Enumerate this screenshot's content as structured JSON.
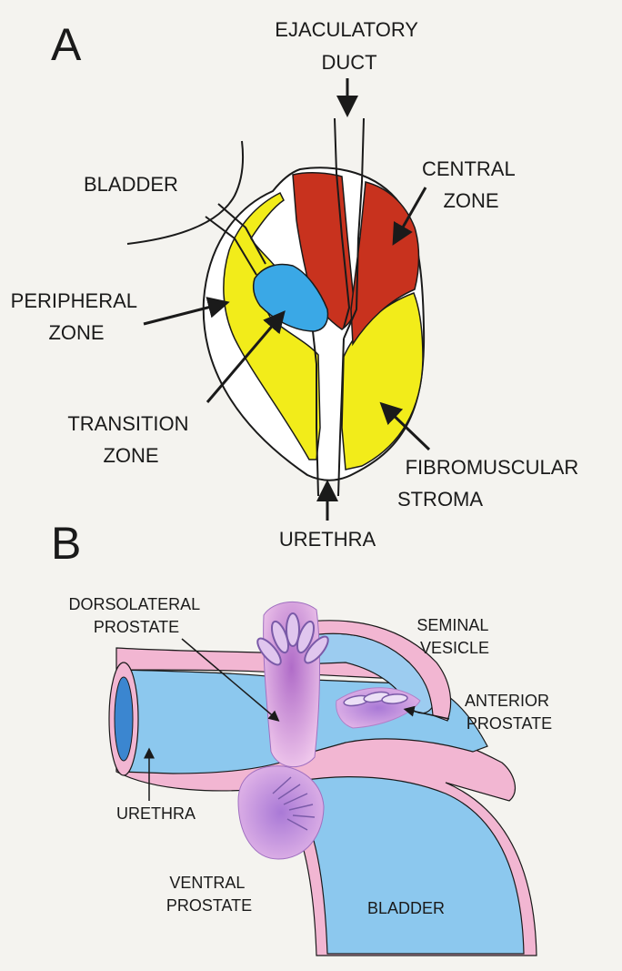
{
  "panel_a": {
    "letter": "A",
    "labels": {
      "ejaculatory_duct": [
        "EJACULATORY",
        "DUCT"
      ],
      "bladder": "BLADDER",
      "central_zone": [
        "CENTRAL",
        "ZONE"
      ],
      "peripheral_zone": [
        "PERIPHERAL",
        "ZONE"
      ],
      "transition_zone": [
        "TRANSITION",
        "ZONE"
      ],
      "fibromuscular_stroma": [
        "FIBROMUSCULAR",
        "STROMA"
      ],
      "urethra": "URETHRA"
    }
  },
  "panel_b": {
    "letter": "B",
    "labels": {
      "dorsolateral_prostate": [
        "DORSOLATERAL",
        "PROSTATE"
      ],
      "seminal_vesicle": [
        "SEMINAL",
        "VESICLE"
      ],
      "anterior_prostate": [
        "ANTERIOR",
        "PROSTATE"
      ],
      "urethra": "URETHRA",
      "ventral_prostate": [
        "VENTRAL",
        "PROSTATE"
      ],
      "bladder": "BLADDER"
    }
  },
  "colors": {
    "central_zone": "#c8321e",
    "peripheral_zone": "#f2ec1a",
    "transition_zone": "#3aa8e6",
    "urethra_blue": "#7ec3ec",
    "wall_pink": "#f2b6d2",
    "prostate_purple": "#c689d6"
  }
}
